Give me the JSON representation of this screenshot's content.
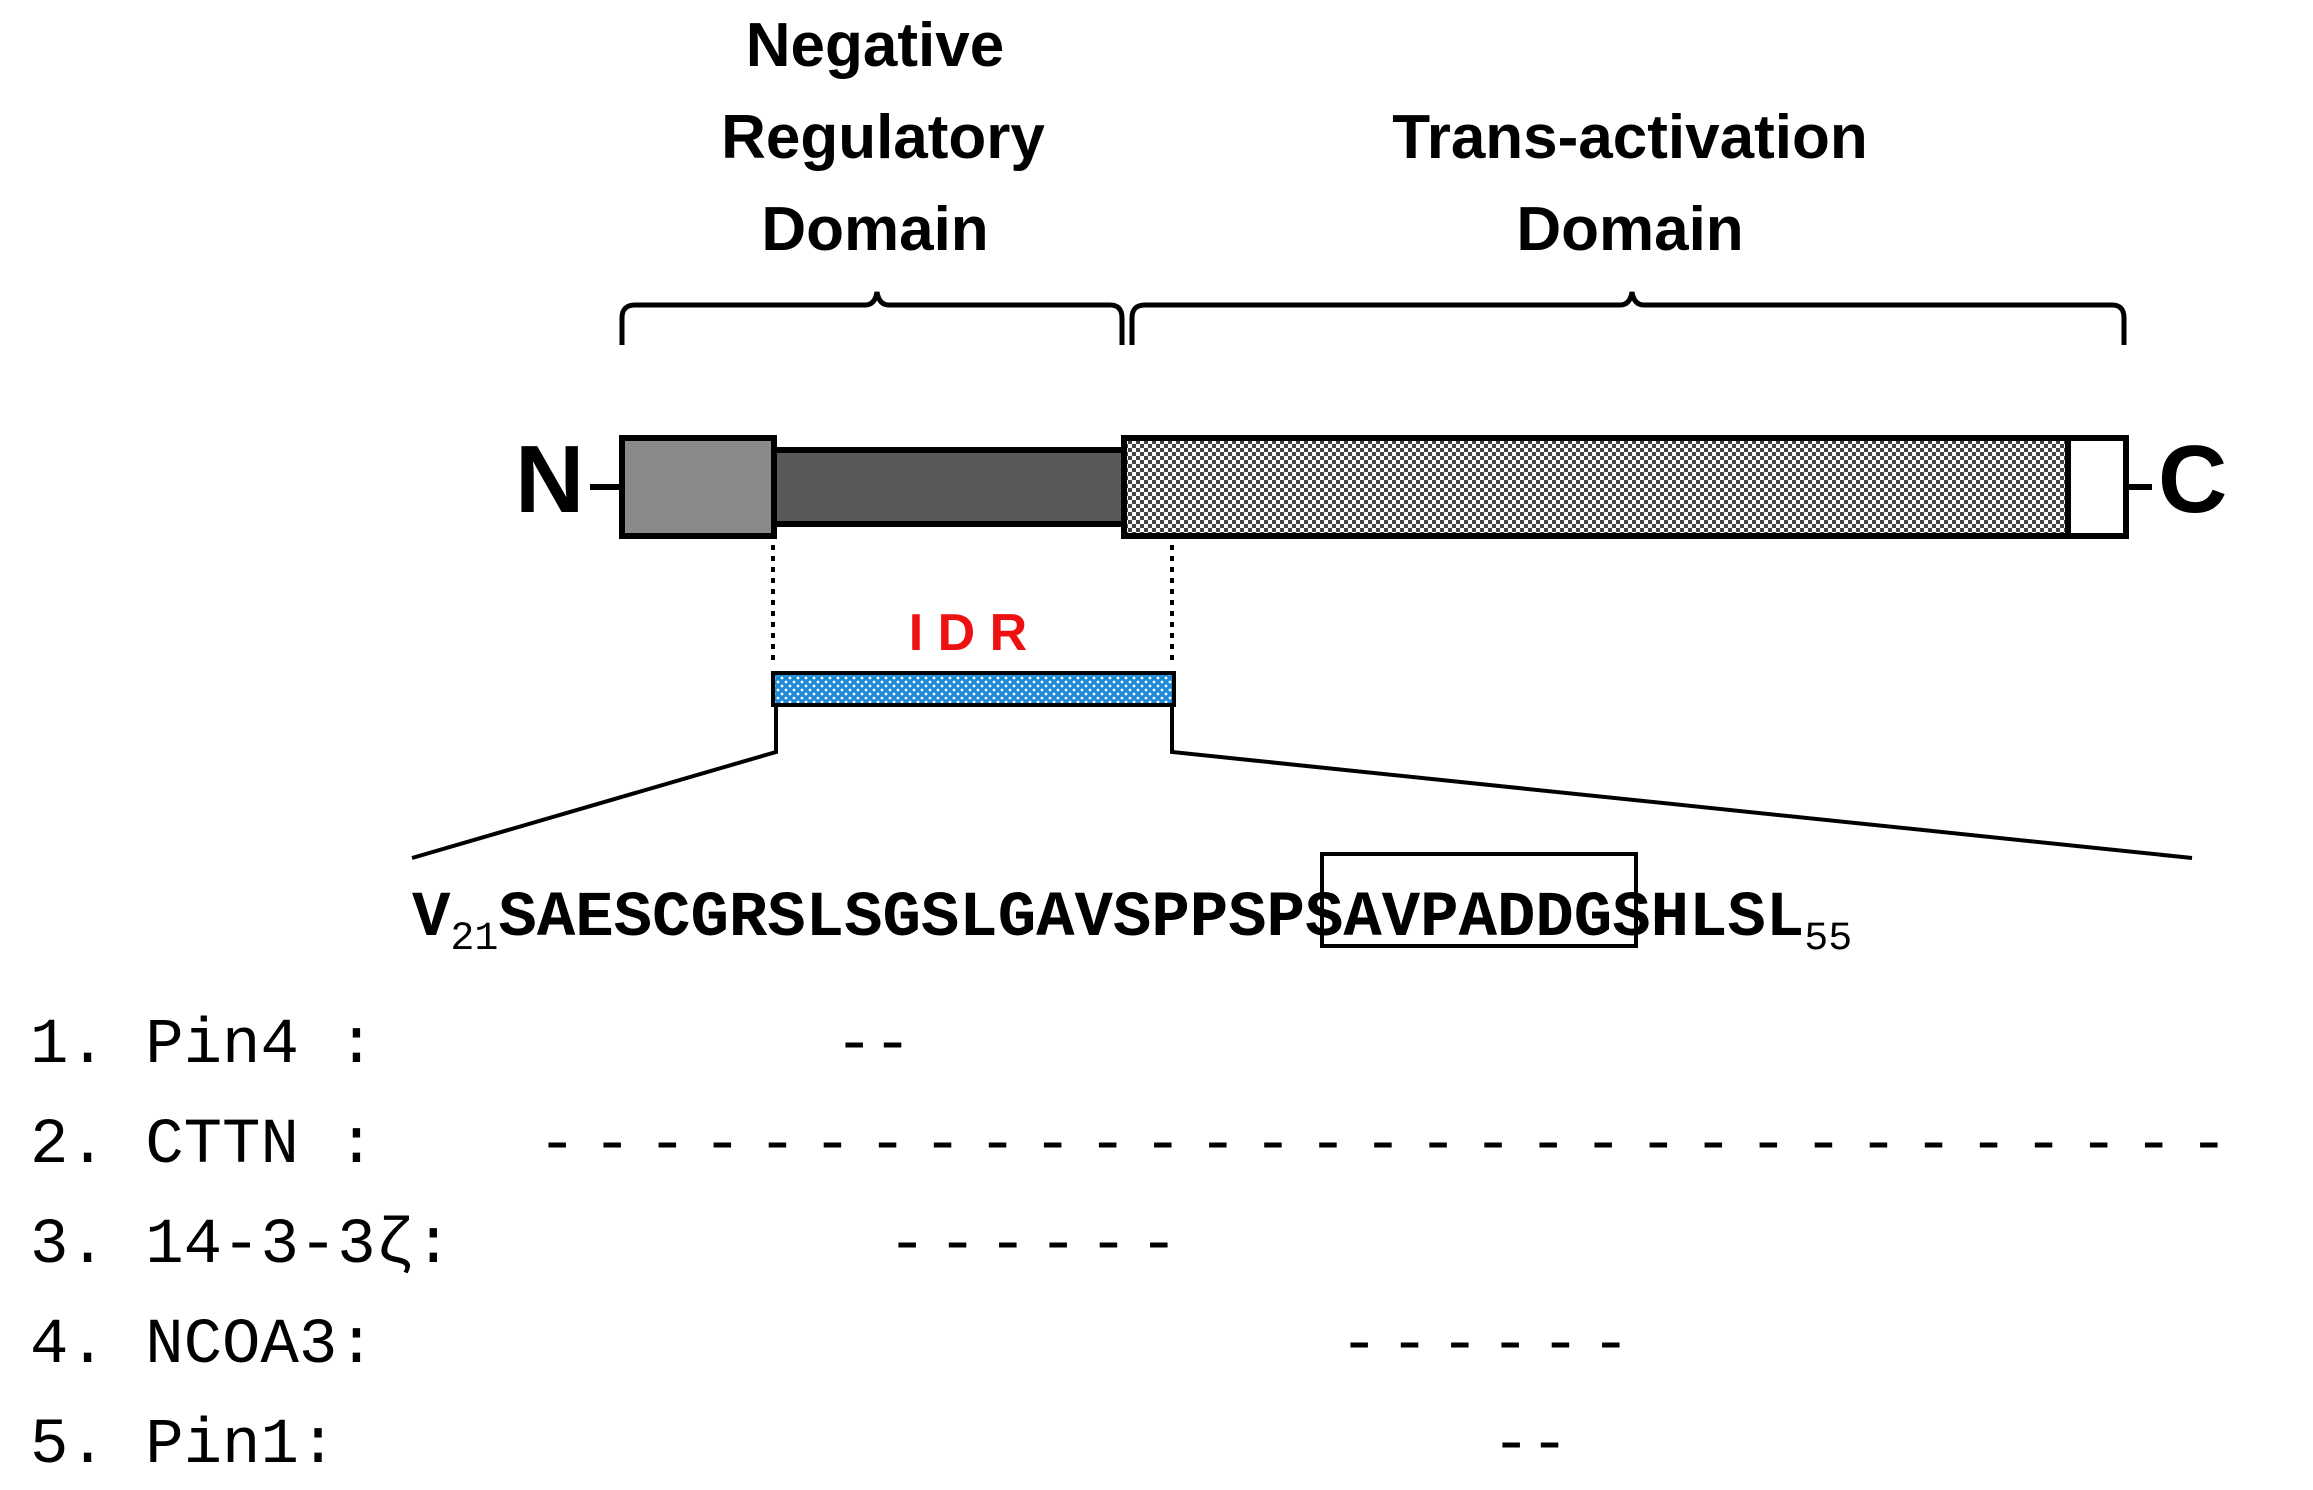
{
  "domains": {
    "negative_regulatory": [
      "Negative",
      "Regulatory",
      "Domain"
    ],
    "transactivation": [
      "Trans-activation",
      "Domain"
    ]
  },
  "termini": {
    "n": "N",
    "c": "C"
  },
  "idr": {
    "label": "I D R",
    "label_color": "#ee1111",
    "fill_color": "#1e8ad8"
  },
  "colors": {
    "segment_light": "#8a8a8a",
    "segment_dark": "#595959",
    "dotted_fill": "#555555"
  },
  "sequence": {
    "start_residue": "V",
    "start_index": "21",
    "body": "SAESCGRSLSGSLGAV",
    "boxed_motif": "SPPSPS",
    "tail": "AVPADDGSHLSL",
    "end_index": "55"
  },
  "binders": [
    {
      "label": "1. Pin4 :",
      "dashes": "--"
    },
    {
      "label": "2. CTTN :",
      "dashes": "-------------------------------"
    },
    {
      "label": "3. 14-3-3ζ:",
      "dashes": "------"
    },
    {
      "label": "4. NCOA3:",
      "dashes": "------"
    },
    {
      "label": "5. Pin1:",
      "dashes": "--"
    }
  ]
}
